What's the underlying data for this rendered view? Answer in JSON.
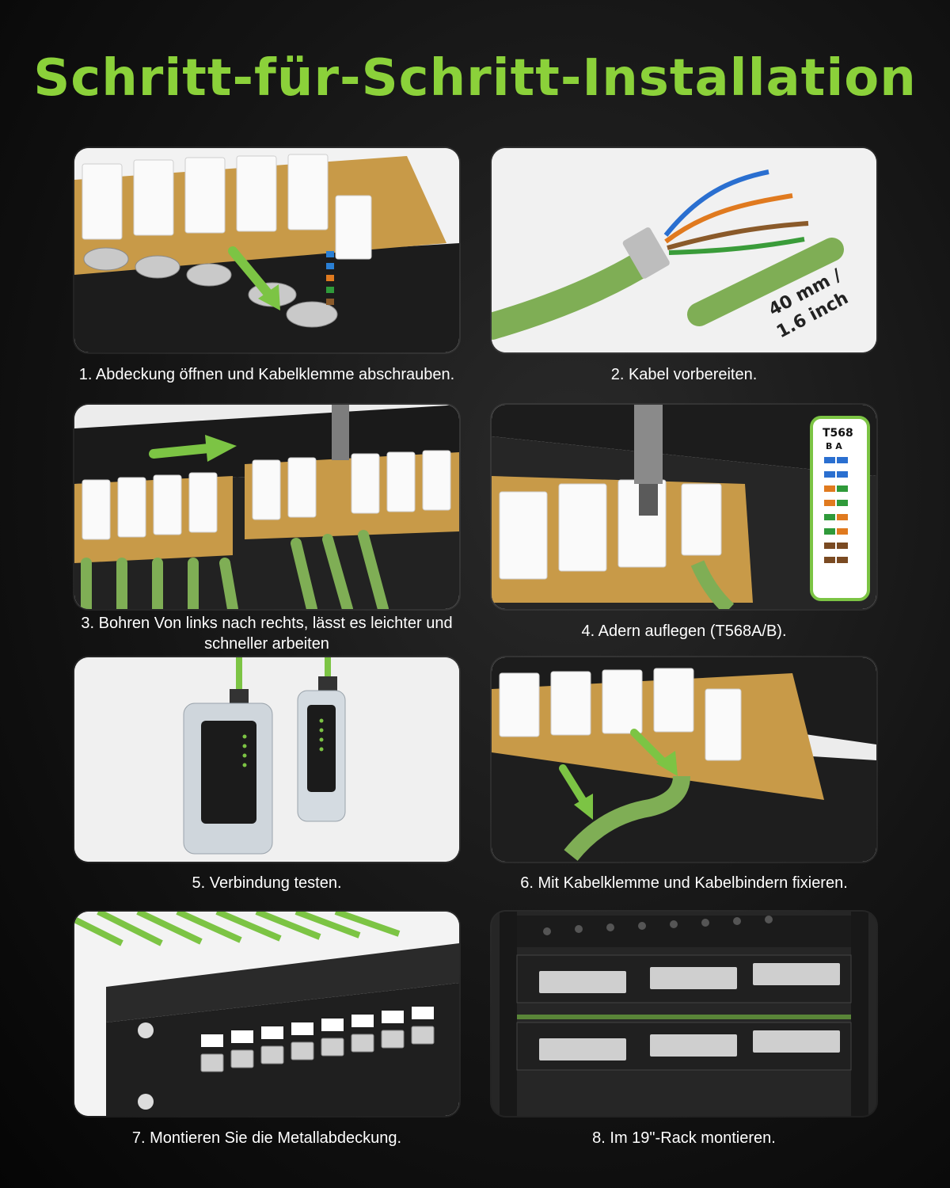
{
  "title": "Schritt-für-Schritt-Installation",
  "steps": [
    {
      "caption": "1. Abdeckung öffnen und Kabelklemme abschrauben."
    },
    {
      "caption": "2. Kabel vorbereiten.",
      "label_line1": "40 mm /",
      "label_line2": "1.6 inch"
    },
    {
      "caption": "3. Bohren Von links nach rechts, lässt es leichter und schneller arbeiten"
    },
    {
      "caption": "4. Adern auflegen (T568A/B).",
      "chart_title": "T568",
      "chart_cols": "B  A"
    },
    {
      "caption": "5. Verbindung testen."
    },
    {
      "caption": "6. Mit Kabelklemme und Kabelbindern fixieren."
    },
    {
      "caption": "7. Montieren Sie die Metallabdeckung."
    },
    {
      "caption": "8. Im 19\"-Rack montieren."
    }
  ],
  "colors": {
    "accent": "#8bd13a",
    "cable": "#7fae55",
    "panel_black": "#1e1e1e"
  }
}
